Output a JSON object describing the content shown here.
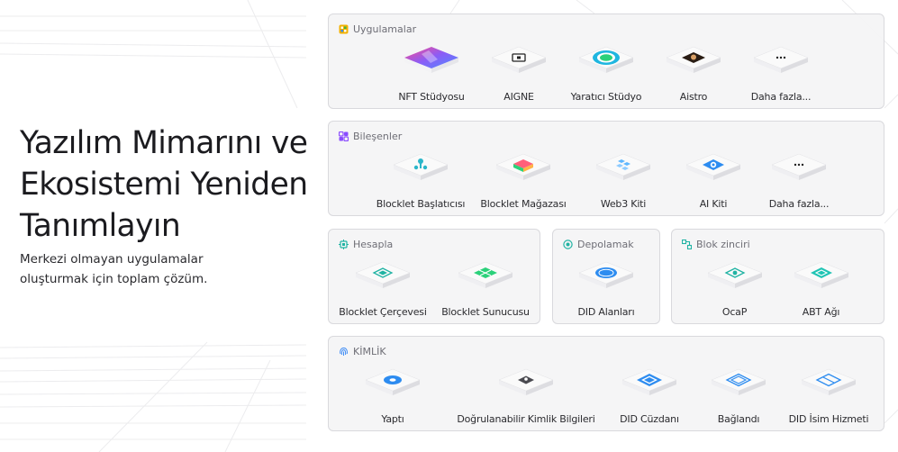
{
  "hero": {
    "title": "Yazılım Mimarını ve Ekosistemi Yeniden Tanımlayın",
    "subtitle": "Merkezi olmayan uygulamalar oluşturmak için toplam çözüm."
  },
  "sections": {
    "apps": {
      "title": "Uygulamalar",
      "icon": "apps-grid-icon",
      "accent": "#f2b100",
      "items": [
        {
          "label": "NFT Stüdyosu",
          "icon": "nft-studio-icon"
        },
        {
          "label": "AIGNE",
          "icon": "aigne-icon"
        },
        {
          "label": "Yaratıcı Stüdyo",
          "icon": "creative-studio-icon"
        },
        {
          "label": "Aistro",
          "icon": "aistro-icon"
        },
        {
          "label": "Daha fazla...",
          "icon": "more-dots-icon"
        }
      ]
    },
    "components": {
      "title": "Bileşenler",
      "icon": "components-icon",
      "accent": "#8a4bff",
      "items": [
        {
          "label": "Blocklet Başlatıcısı",
          "icon": "blocklet-launcher-icon"
        },
        {
          "label": "Blocklet Mağazası",
          "icon": "blocklet-store-icon"
        },
        {
          "label": "Web3 Kiti",
          "icon": "web3-kit-icon"
        },
        {
          "label": "AI Kiti",
          "icon": "ai-kit-icon"
        },
        {
          "label": "Daha fazla...",
          "icon": "more-dots-icon"
        }
      ]
    },
    "compute": {
      "title": "Hesapla",
      "icon": "compute-icon",
      "accent": "#20b3a3",
      "items": [
        {
          "label": "Blocklet Çerçevesi",
          "icon": "blocklet-framework-icon"
        },
        {
          "label": "Blocklet Sunucusu",
          "icon": "blocklet-server-icon"
        }
      ]
    },
    "storage": {
      "title": "Depolamak",
      "icon": "storage-icon",
      "accent": "#20b3a3",
      "items": [
        {
          "label": "DID Alanları",
          "icon": "did-spaces-icon"
        }
      ]
    },
    "blockchain": {
      "title": "Blok zinciri",
      "icon": "blockchain-icon",
      "accent": "#20b3a3",
      "items": [
        {
          "label": "OcaP",
          "icon": "ocap-icon"
        },
        {
          "label": "ABT Ağı",
          "icon": "abt-network-icon"
        }
      ]
    },
    "identity": {
      "title": "KİMLİK",
      "icon": "fingerprint-icon",
      "accent": "#3d8bf5",
      "items": [
        {
          "label": "Yaptı",
          "icon": "did-icon"
        },
        {
          "label": "Doğrulanabilir Kimlik Bilgileri",
          "icon": "verifiable-credentials-icon"
        },
        {
          "label": "DID Cüzdanı",
          "icon": "did-wallet-icon"
        },
        {
          "label": "Bağlandı",
          "icon": "connected-icon"
        },
        {
          "label": "DID İsim Hizmeti",
          "icon": "did-name-service-icon"
        }
      ]
    }
  }
}
